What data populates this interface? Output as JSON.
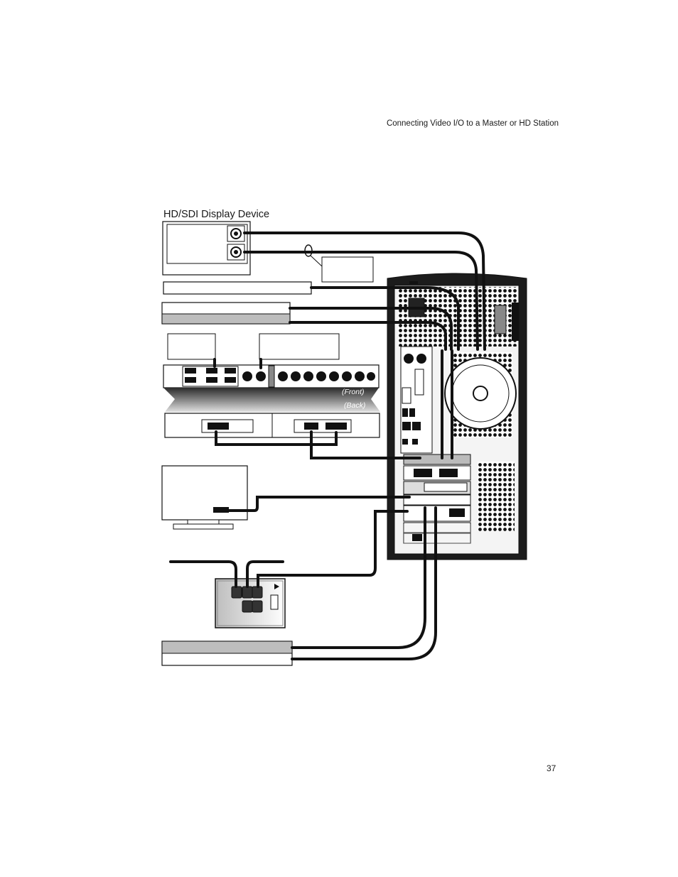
{
  "header": {
    "section_title": "Connecting Video I/O to a Master or HD Station"
  },
  "diagram": {
    "title": "HD/SDI Display Device",
    "front_label": "(Front)",
    "back_label": "(Back)"
  },
  "footer": {
    "page_number": "37"
  },
  "colors": {
    "cable": "#111111",
    "panel_dark": "#3a3a3a",
    "panel_gray": "#bdbdbd"
  },
  "icons": [
    "workstation-tower",
    "breakout-box",
    "computer-monitor",
    "speaker-connector-panel",
    "fan-grille"
  ]
}
